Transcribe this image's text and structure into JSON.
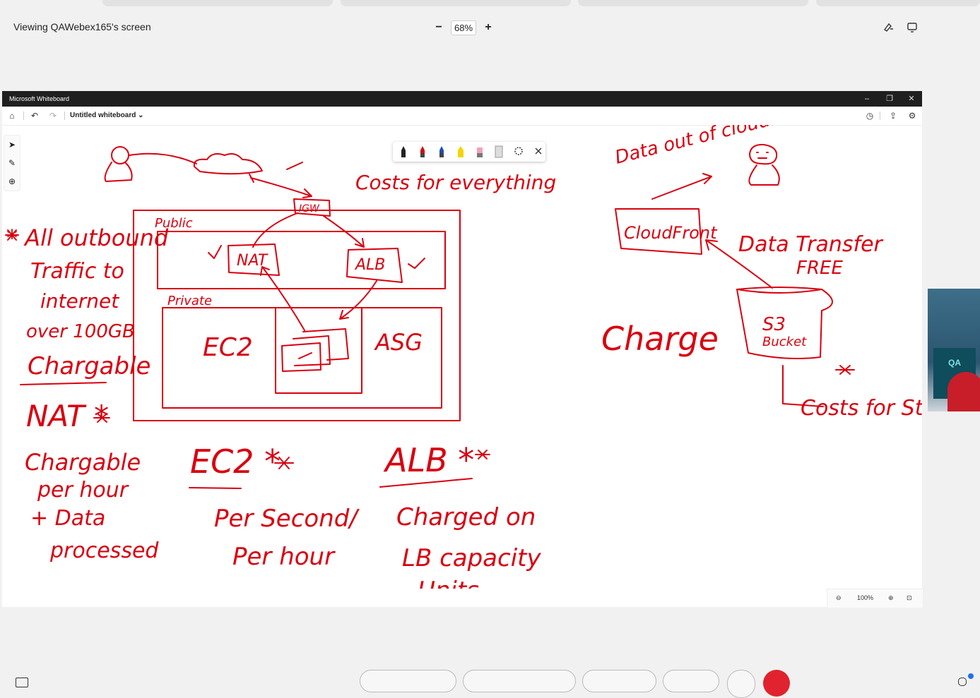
{
  "viewer": {
    "title": "Viewing QAWebex165's screen",
    "zoom": "68%",
    "zoom_out": "−",
    "zoom_in": "+"
  },
  "whiteboard": {
    "app_title": "Microsoft Whiteboard",
    "board_name": "Untitled whiteboard",
    "zoom": "100%"
  },
  "video": {
    "logo_text": "QA"
  },
  "ink": {
    "color": "#d9000f",
    "texts": {
      "costs": "Costs for everything",
      "data_out": "Data out of cloudfront",
      "cloudfront": "CloudFront",
      "data_transfer": "Data Transfer",
      "free": "FREE",
      "s3": "S3",
      "bucket": "Bucket",
      "charge": "Charge",
      "costs_storage": "Costs for Storage",
      "public": "Public",
      "private": "Private",
      "igw": "IGW",
      "nat": "NAT",
      "alb": "ALB",
      "ec2": "EC2",
      "asg": "ASG",
      "all_outbound": "* All outbound",
      "traffic_to": "Traffic to",
      "internet": "internet",
      "over_100": "over 100GB",
      "chargable": "Chargable",
      "nat_star": "NAT *",
      "chargable2": "Chargable",
      "per_hour": "per hour",
      "plus_data": "+ Data",
      "processed": "processed",
      "ec2_star": "EC2 *",
      "per_second": "Per Second/",
      "per_hour2": "Per hour",
      "alb_star": "ALB *",
      "charged_on": "Charged on",
      "lb_capacity": "LB capacity",
      "units": "Units"
    }
  }
}
